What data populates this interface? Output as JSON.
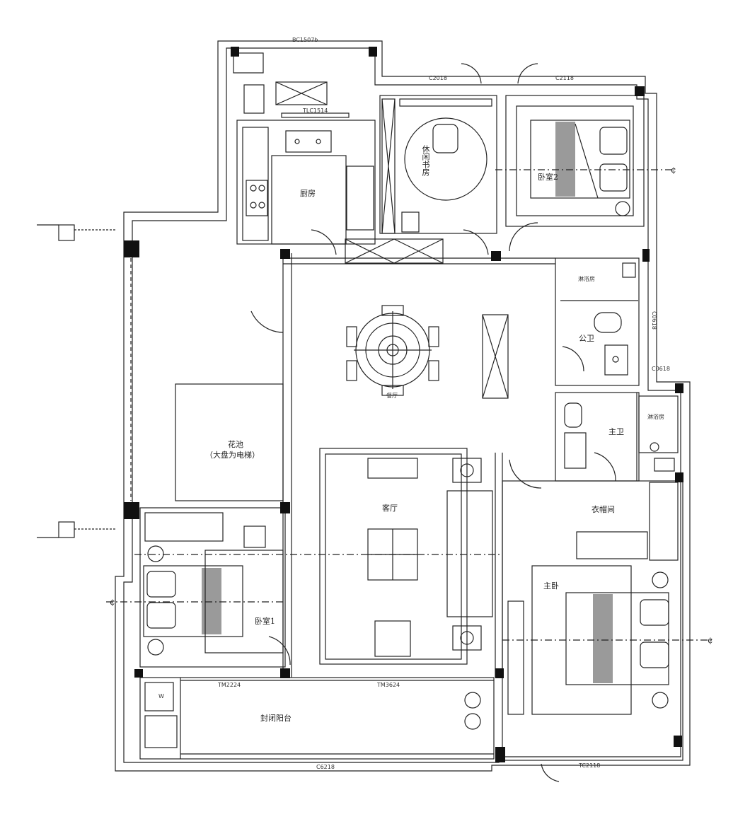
{
  "rooms": {
    "kitchen": "厨房",
    "study": "休闲书房",
    "bedroom2": "卧室2",
    "shower_a": "淋浴房",
    "public_bath": "公卫",
    "dining": "餐厅",
    "master_bath": "主卫",
    "shower_b": "淋浴房",
    "garden": "花池",
    "garden_note": "（大盘为电梯）",
    "living": "客厅",
    "cloakroom": "衣帽间",
    "master_bedroom": "主卧",
    "bedroom1": "卧室1",
    "balcony": "封闭阳台"
  },
  "windows": {
    "top": "BC1507b",
    "kitchen": "TLC1514",
    "study": "C2018",
    "bedroom2": "C2118",
    "public_bath": "C0618",
    "master_bath": "C0618",
    "bedroom1_door": "TM2224",
    "living_door": "TM3624",
    "balcony": "C6218",
    "master_bedroom": "TC2118"
  },
  "appliance": {
    "washer": "W"
  }
}
